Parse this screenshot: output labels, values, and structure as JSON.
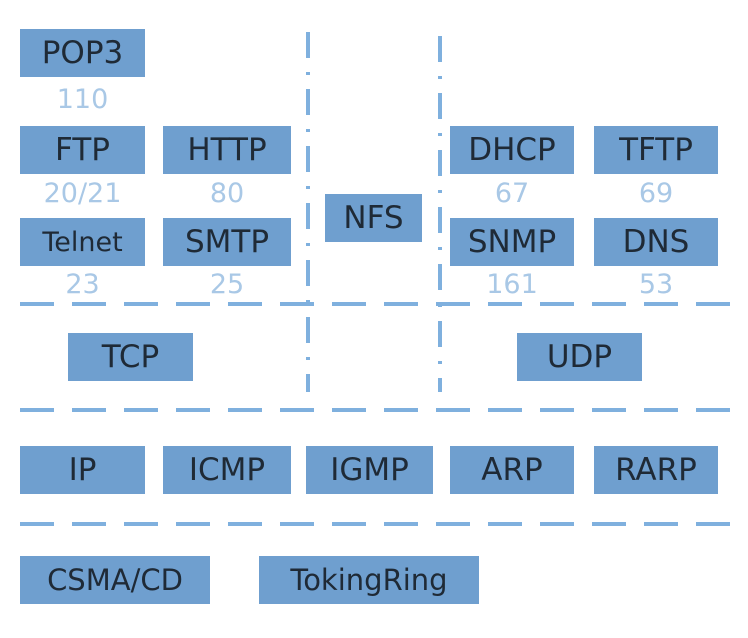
{
  "colors": {
    "box_fill": "#6f9fcf",
    "box_text": "#1f2a36",
    "port_text": "#a9c8e6",
    "divider": "#7fb0de"
  },
  "application_layer": {
    "tcp_apps": [
      {
        "name": "POP3",
        "port": "110"
      },
      {
        "name": "FTP",
        "port": "20/21"
      },
      {
        "name": "HTTP",
        "port": "80"
      },
      {
        "name": "Telnet",
        "port": "23"
      },
      {
        "name": "SMTP",
        "port": "25"
      }
    ],
    "shared": {
      "name": "NFS"
    },
    "udp_apps": [
      {
        "name": "DHCP",
        "port": "67"
      },
      {
        "name": "TFTP",
        "port": "69"
      },
      {
        "name": "SNMP",
        "port": "161"
      },
      {
        "name": "DNS",
        "port": "53"
      }
    ]
  },
  "transport_layer": {
    "tcp": "TCP",
    "udp": "UDP"
  },
  "network_layer": [
    "IP",
    "ICMP",
    "IGMP",
    "ARP",
    "RARP"
  ],
  "link_layer": [
    "CSMA/CD",
    "TokingRing"
  ]
}
